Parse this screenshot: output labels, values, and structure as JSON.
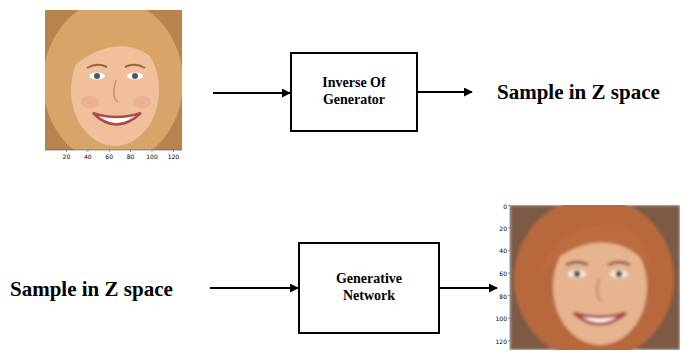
{
  "diagram": {
    "nodes": [
      {
        "text": [
          "Inverse Of Generator"
        ]
      },
      {
        "text": [
          "Generative Network"
        ]
      }
    ],
    "labels": [
      "Sample in Z space",
      "20",
      "40",
      "60",
      "80",
      "100",
      "120",
      "Sample in Z space",
      "0",
      "20",
      "40",
      "60",
      "80",
      "100",
      "120"
    ]
  }
}
